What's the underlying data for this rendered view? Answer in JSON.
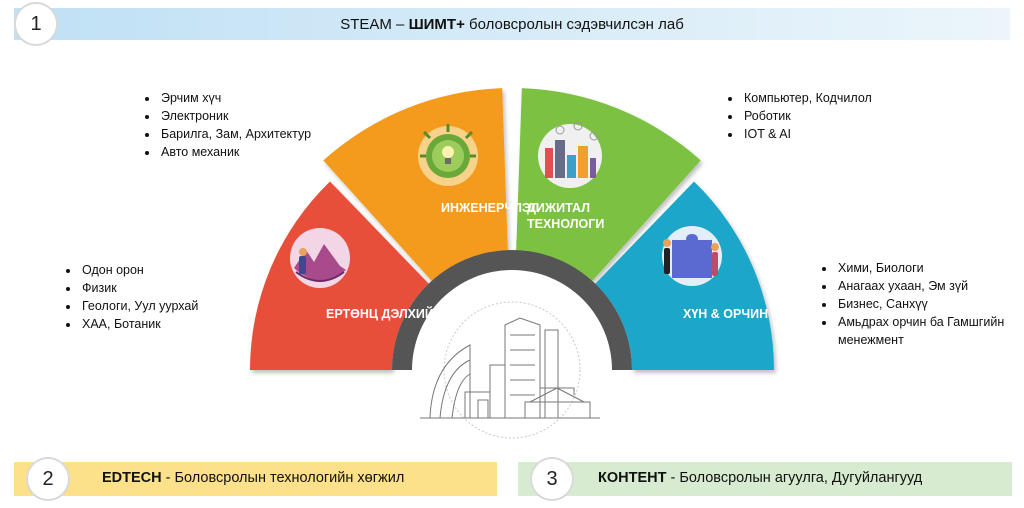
{
  "header": {
    "number": "1",
    "prefix": "STEAM – ",
    "bold": "ШИМТ+",
    "suffix": " боловсролын сэдэвчилсэн лаб"
  },
  "segments": [
    {
      "label_lines": [
        "ЕРТӨНЦ ДЭЛХИЙ"
      ],
      "color": "#e8503a"
    },
    {
      "label_lines": [
        "ИНЖЕНЕРЧЛЭЛ"
      ],
      "color": "#f49a1f"
    },
    {
      "label_lines": [
        "ДИЖИТАЛ",
        "ТЕХНОЛОГИ"
      ],
      "color": "#7cc142"
    },
    {
      "label_lines": [
        "ХҮН & ОРЧИН"
      ],
      "color": "#1fa6c9"
    }
  ],
  "lists": {
    "earth": [
      "Одон орон",
      "Физик",
      "Геологи, Уул уурхай",
      "ХАА, Ботаник"
    ],
    "engineering": [
      "Эрчим хүч",
      "Электроник",
      "Барилга, Зам, Архитектур",
      "Авто механик"
    ],
    "digital": [
      "Компьютер, Кодчилол",
      "Роботик",
      "IOT & AI"
    ],
    "human": [
      "Хими, Биологи",
      "Анагаах ухаан, Эм зүй",
      "Бизнес, Санхүү",
      "Амьдрах орчин ба Гамшгийн менежмент"
    ]
  },
  "footer": {
    "left": {
      "number": "2",
      "bold": "EDTECH",
      "text": " - Боловсролын технологийн хөгжил"
    },
    "right": {
      "number": "3",
      "bold": "КОНТЕНТ",
      "text": " - Боловсролын агуулга, Дугуйлангууд"
    }
  },
  "icons": [
    "planet-icon",
    "lightbulb-gear-icon",
    "city-tech-icon",
    "puzzle-people-icon",
    "buildings-icon"
  ],
  "colors": {
    "ring": "#555555",
    "top_banner": "#bfe0f5",
    "edtech": "#fde08a",
    "content": "#d6ebcf"
  }
}
